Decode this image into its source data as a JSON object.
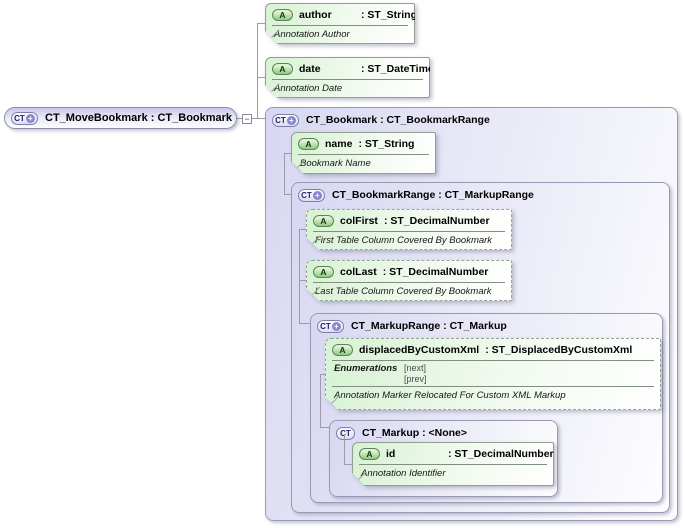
{
  "root": {
    "label": "CT_MoveBookmark : CT_Bookmark"
  },
  "icons": {
    "attribute": "A",
    "complex_type": "CT",
    "plus": "+",
    "collapse": "−"
  },
  "containers": {
    "ct_bookmark": {
      "label": "CT_Bookmark : CT_BookmarkRange"
    },
    "ct_bookmarkrange": {
      "label": "CT_BookmarkRange : CT_MarkupRange"
    },
    "ct_markuprange": {
      "label": "CT_MarkupRange : CT_Markup"
    },
    "ct_markup": {
      "label": "CT_Markup : <None>"
    }
  },
  "boxes": {
    "author": {
      "name": "author",
      "type": ": ST_String",
      "annotation": "Annotation Author"
    },
    "date": {
      "name": "date",
      "type": ": ST_DateTime",
      "annotation": "Annotation Date"
    },
    "name": {
      "name": "name",
      "type": ": ST_String",
      "annotation": "Bookmark Name"
    },
    "colFirst": {
      "name": "colFirst",
      "type": ": ST_DecimalNumber",
      "annotation": "First Table Column Covered By Bookmark"
    },
    "colLast": {
      "name": "colLast",
      "type": ": ST_DecimalNumber",
      "annotation": "Last Table Column Covered By Bookmark"
    },
    "displacedByCustomXml": {
      "name": "displacedByCustomXml",
      "type": ": ST_DisplacedByCustomXml",
      "enumerations_label": "Enumerations",
      "enumerations": [
        "[next]",
        "[prev]"
      ],
      "annotation": "Annotation Marker Relocated For Custom XML Markup"
    },
    "id": {
      "name": "id",
      "type": ": ST_DecimalNumber",
      "annotation": "Annotation Identifier"
    }
  },
  "colors": {
    "container_fill": "#d7d7f2",
    "attribute_fill": "#d7f2d3",
    "border": "#9a9ab4",
    "connector": "#9b9bab"
  }
}
